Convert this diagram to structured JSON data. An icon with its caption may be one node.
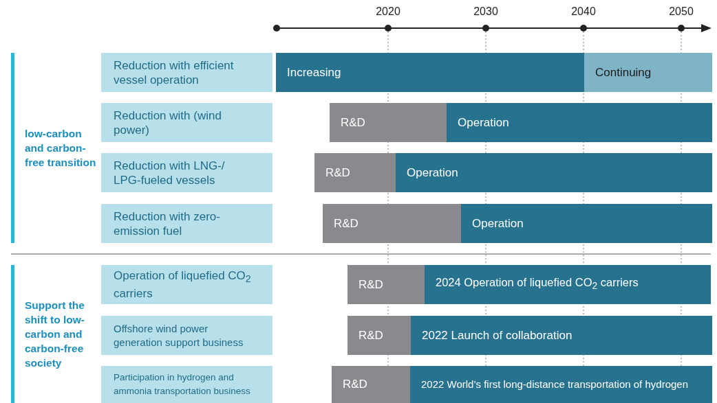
{
  "diagram": {
    "nodes": [
      {
        "text": [
          "low-carbon and carbon-free transition"
        ]
      },
      {
        "text": [
          "Reduction with efficient vessel operation"
        ]
      },
      {
        "text": [
          "Increasing"
        ]
      },
      {
        "text": [
          "Continuing"
        ]
      },
      {
        "text": [
          "Reduction with (wind power)"
        ]
      },
      {
        "text": [
          "R&D"
        ]
      },
      {
        "text": [
          "Operation"
        ]
      },
      {
        "text": [
          "Reduction with LNG-/ LPG-fueled vessels"
        ]
      },
      {
        "text": [
          "R&D"
        ]
      },
      {
        "text": [
          "Operation"
        ]
      },
      {
        "text": [
          "Reduction with zero-emission fuel"
        ]
      },
      {
        "text": [
          "R&D"
        ]
      },
      {
        "text": [
          "Operation"
        ]
      },
      {
        "text": [
          "Support the shift to low-carbon and carbon-free society"
        ]
      },
      {
        "text": [
          "Operation of liquefied CO$_{2}$ carriers"
        ]
      },
      {
        "text": [
          "R&D"
        ]
      },
      {
        "text": [
          "2024 Operation of liquefied CO$_{2}$ carriers"
        ]
      },
      {
        "text": [
          "Offshore wind power generation support business"
        ]
      },
      {
        "text": [
          "R&D"
        ]
      },
      {
        "text": [
          "2022 Launch of collaboration"
        ]
      },
      {
        "text": [
          "Participation in hydrogen and ammonia transportation business"
        ]
      },
      {
        "text": [
          "R&D"
        ]
      },
      {
        "text": [
          "2022 World’s first long-distance transportation of hydrogen"
        ]
      }
    ],
    "labels": [
      "2020",
      "2030",
      "2040",
      "2050"
    ]
  }
}
